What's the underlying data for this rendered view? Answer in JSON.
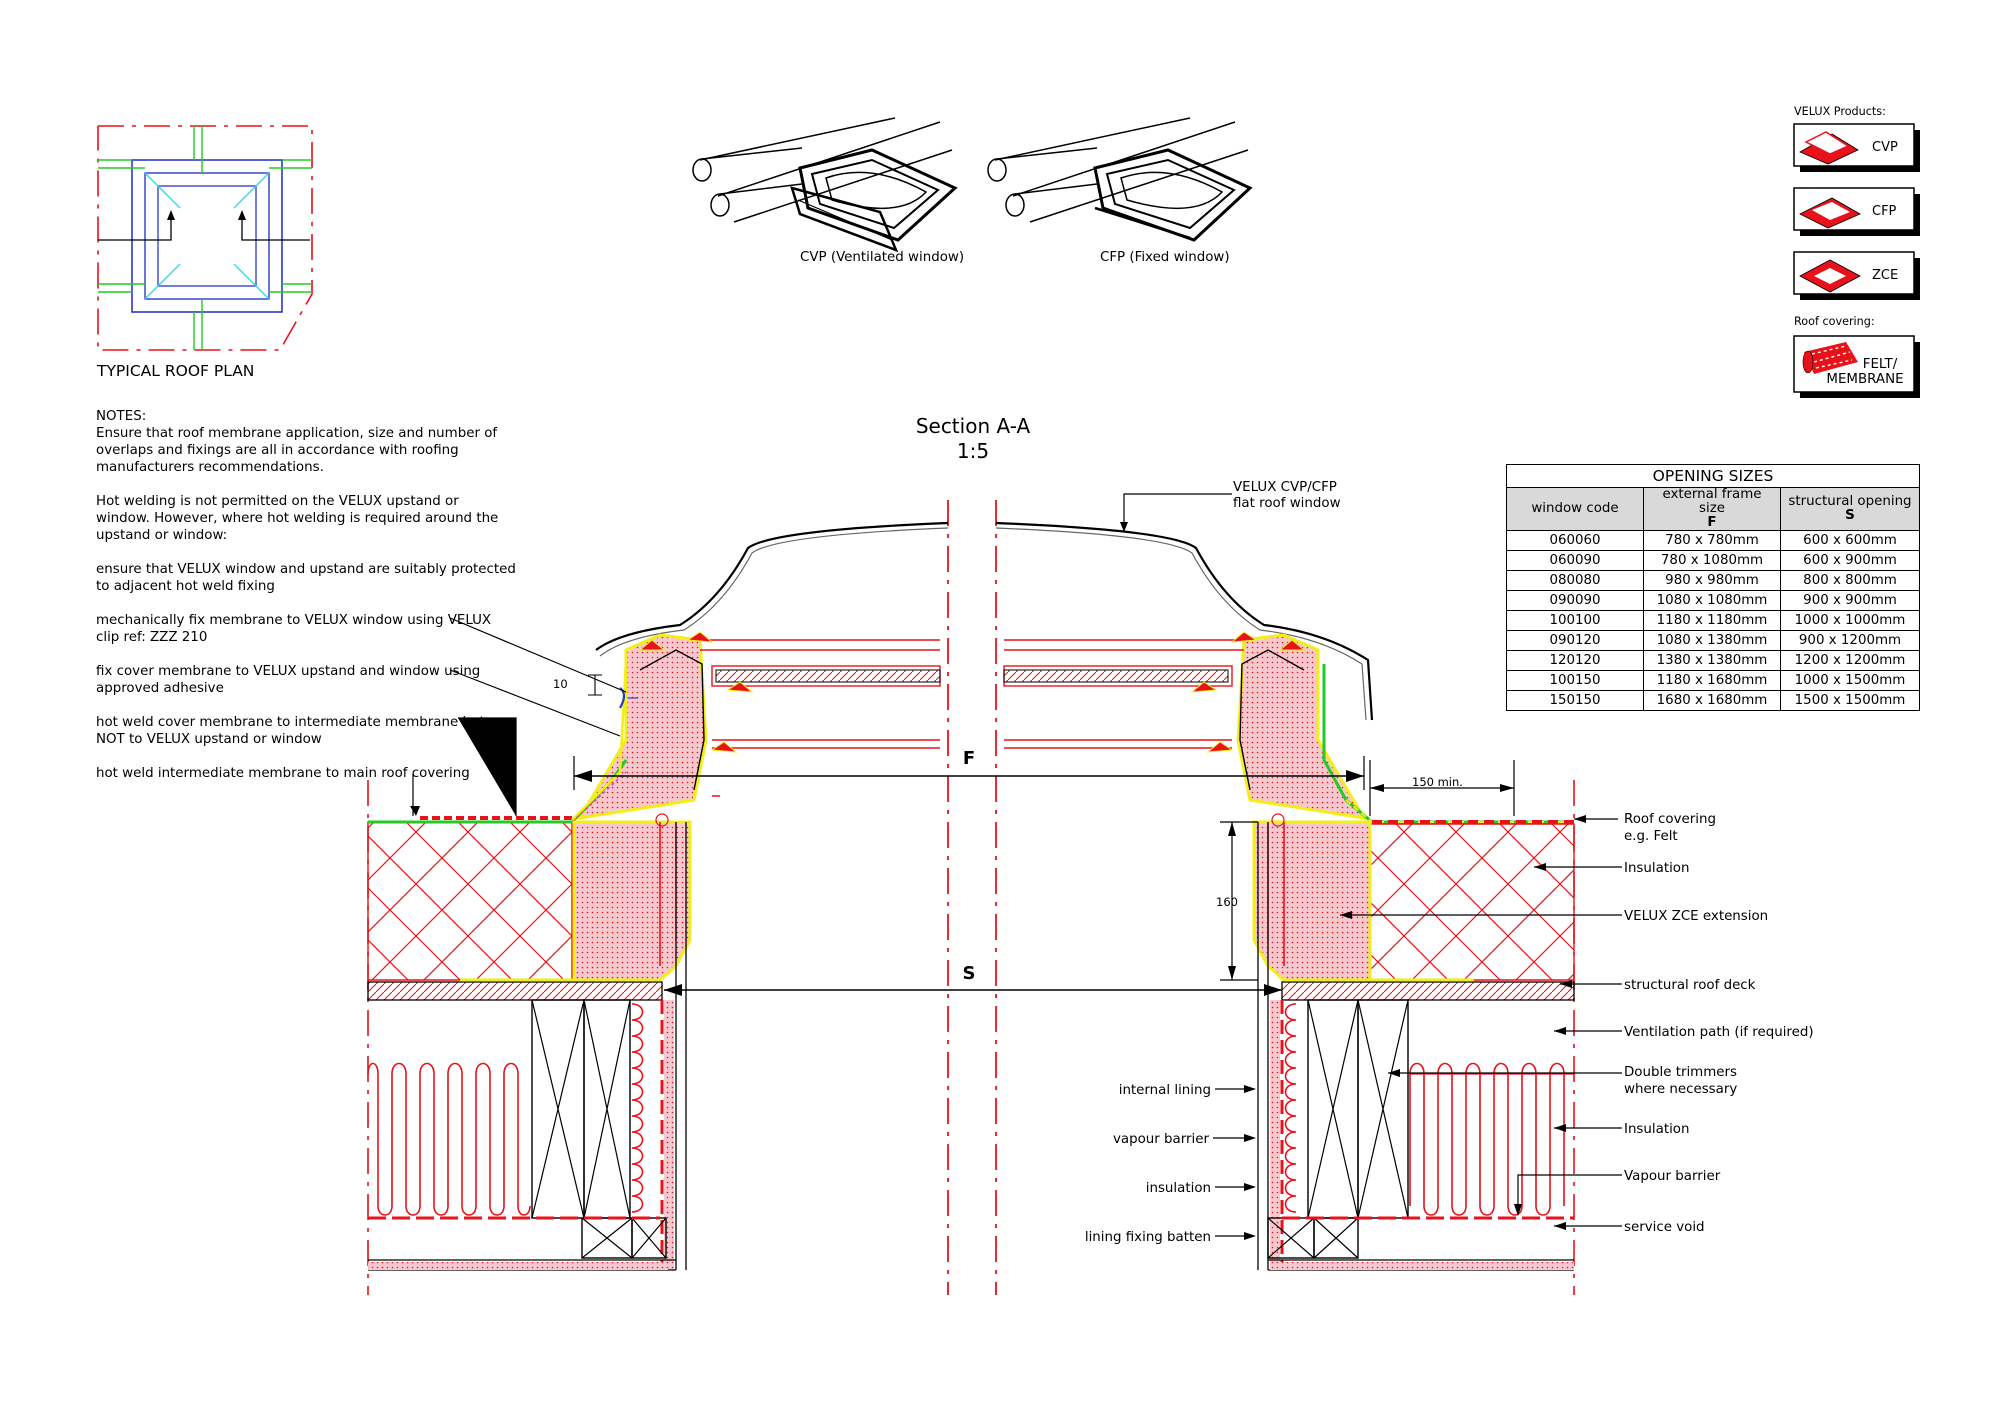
{
  "roof_plan": {
    "title": "TYPICAL ROOF PLAN"
  },
  "windows": {
    "cvp_caption": "CVP (Ventilated window)",
    "cfp_caption": "CFP (Fixed window)"
  },
  "legend": {
    "products_heading": "VELUX Products:",
    "products": [
      "CVP",
      "CFP",
      "ZCE"
    ],
    "covering_heading": "Roof covering:",
    "covering_line1": "FELT/",
    "covering_line2": "MEMBRANE"
  },
  "notes": {
    "heading": "NOTES:",
    "paragraphs": [
      "Ensure that roof membrane application, size and number of overlaps and fixings are all in accordance with roofing manufacturers recommendations.",
      "Hot welding is not permitted on the VELUX upstand or window. However, where hot welding is required around the upstand or window:",
      "ensure that VELUX window and upstand are suitably protected to adjacent hot weld fixing",
      "mechanically fix membrane to VELUX window using VELUX clip ref: ZZZ 210",
      "fix cover membrane to VELUX upstand and window using approved adhesive",
      "hot weld cover membrane to intermediate membrane but NOT to VELUX upstand or window",
      "hot weld intermediate membrane to main roof covering"
    ]
  },
  "section": {
    "title": "Section A-A",
    "scale": "1:5"
  },
  "dimensions": {
    "f": "F",
    "s": "S",
    "d10": "10",
    "d160": "160",
    "d150": "150 min."
  },
  "labels": {
    "window": [
      "VELUX CVP/CFP",
      "flat roof window"
    ],
    "roof_covering": [
      "Roof covering",
      "e.g. Felt"
    ],
    "insulation_top": "Insulation",
    "zce": "VELUX ZCE extension",
    "deck": "structural roof deck",
    "ventilation": "Ventilation path (if required)",
    "trimmers": [
      "Double trimmers",
      "where necessary"
    ],
    "insulation_bottom": "Insulation",
    "vapour_barrier_right": "Vapour barrier",
    "service_void": "service void",
    "internal_lining": "internal lining",
    "vapour_barrier_left": "vapour barrier",
    "insulation_left": "insulation",
    "batten": "lining fixing batten"
  },
  "opening_sizes": {
    "title": "OPENING SIZES",
    "headers": [
      "window code",
      "external frame size",
      "structural opening"
    ],
    "subheaders": [
      "",
      "F",
      "S"
    ],
    "rows": [
      [
        "060060",
        "780 x 780mm",
        "600 x 600mm"
      ],
      [
        "060090",
        "780 x 1080mm",
        "600 x 900mm"
      ],
      [
        "080080",
        "980 x 980mm",
        "800 x 800mm"
      ],
      [
        "090090",
        "1080 x 1080mm",
        "900 x 900mm"
      ],
      [
        "100100",
        "1180 x 1180mm",
        "1000 x 1000mm"
      ],
      [
        "090120",
        "1080 x 1380mm",
        "900 x 1200mm"
      ],
      [
        "120120",
        "1380 x 1380mm",
        "1200 x 1200mm"
      ],
      [
        "100150",
        "1180 x 1680mm",
        "1000 x 1500mm"
      ],
      [
        "150150",
        "1680 x 1680mm",
        "1500 x 1500mm"
      ]
    ]
  },
  "colors": {
    "red": "#e8121b",
    "green": "#22cc22",
    "yellow": "#f2ee1a",
    "pink": "#f7c9cf",
    "blue": "#2b39c9",
    "cyan": "#38d6e6",
    "header_grey": "#d9d9d9"
  }
}
